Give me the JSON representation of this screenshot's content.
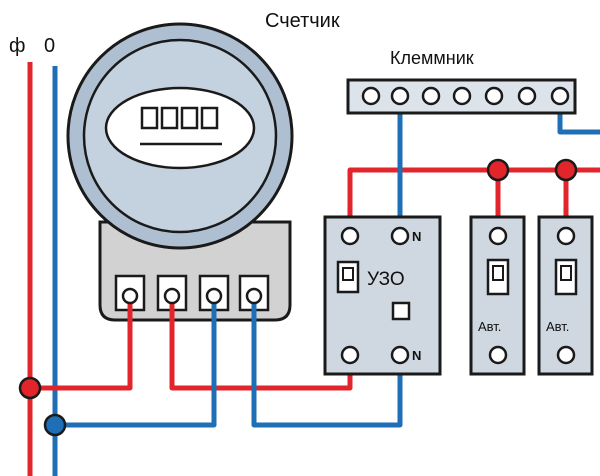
{
  "labels": {
    "phase": "ф",
    "zero": "0",
    "meter": "Счетчик",
    "terminal_block": "Клеммник",
    "rcd": "УЗО",
    "rcd_n_top": "N",
    "rcd_n_bottom": "N",
    "breaker_1": "Авт.",
    "breaker_2": "Авт."
  },
  "meter_display": {
    "digit_boxes": 4
  },
  "terminal_block": {
    "screw_count": 7
  },
  "colors": {
    "phase_wire": "#e2242b",
    "neutral_wire": "#1e6fb5",
    "meter_body": "#aebfd1",
    "meter_base": "#d2d2d2",
    "device_body": "#cfd8e1",
    "outline": "#1a1a1a"
  }
}
